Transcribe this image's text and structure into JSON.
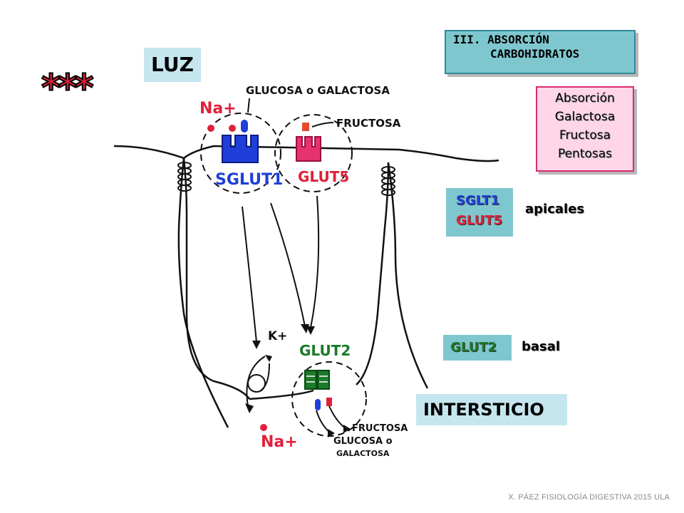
{
  "title": {
    "line1": "III. ABSORCIÓN",
    "line2": "CARBOHIDRATOS"
  },
  "absorcion": {
    "items": [
      "Absorción",
      "Galactosa",
      "Fructosa",
      "Pentosas"
    ]
  },
  "luz": "LUZ",
  "stars": "***",
  "apical": {
    "transporters": [
      "SGLT1",
      "GLUT5"
    ],
    "label": "apicales"
  },
  "basal": {
    "transporter": "GLUT2",
    "label": "basal"
  },
  "intersticio": "INTERSTICIO",
  "diagram": {
    "glucosa_galactosa": "GLUCOSA o GALACTOSA",
    "fructosa_top": "FRUCTOSA",
    "sglut1": "SGLUT1",
    "glut5": "GLUT5",
    "glut2": "GLUT2",
    "na_top": "Na+",
    "k": "K+",
    "na_bottom": "Na+",
    "fructosa_bottom": "FRUCTOSA",
    "glucosa_o": "GLUCOSA o",
    "galactosa": "GALACTOSA"
  },
  "colors": {
    "teal": "#7fc7cf",
    "light_blue": "#c6e6ef",
    "pink": "#ffd6e7",
    "magenta": "#d92a71",
    "red": "#e0203a",
    "blue": "#1f3fd8",
    "green": "#1d7a2a"
  },
  "footer": "X. PÁEZ   FISIOLOGÍA DIGESTIVA 2015  ULA"
}
